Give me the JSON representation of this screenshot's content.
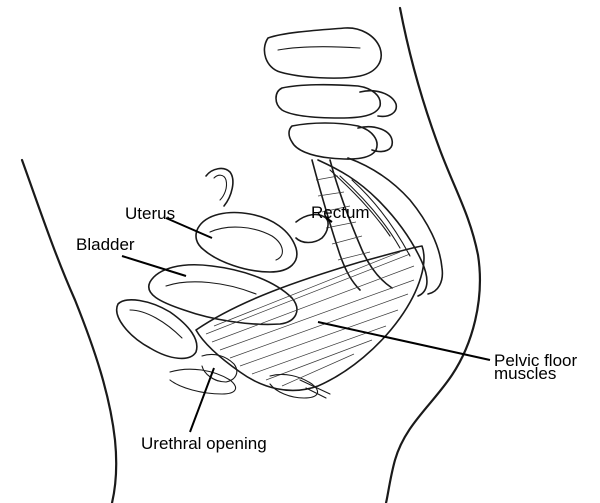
{
  "labels": {
    "uterus": "Uterus",
    "rectum": "Rectum",
    "bladder": "Bladder",
    "pelvic_floor_line1": "Pelvic floor",
    "pelvic_floor_line2": "muscles",
    "urethral_opening": "Urethral opening"
  }
}
